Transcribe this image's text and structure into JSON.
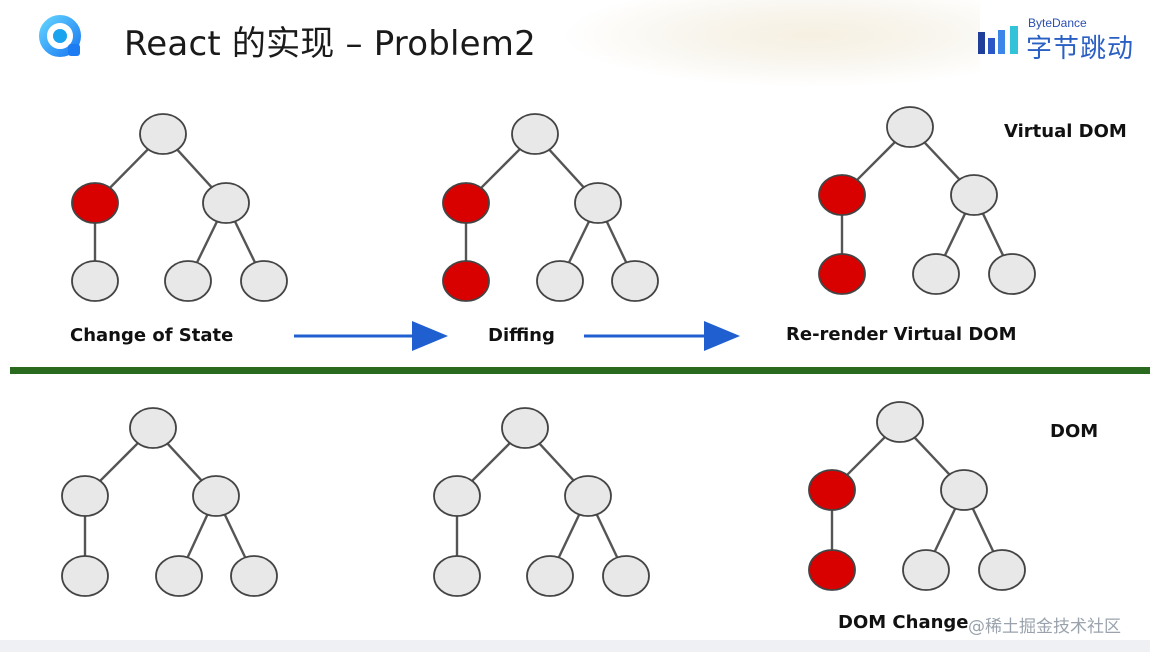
{
  "header": {
    "title": "React 的实现 – Problem2",
    "brand_small": "ByteDance",
    "brand_main": "字节跳动"
  },
  "diagram": {
    "label_virtual_dom": "Virtual DOM",
    "label_dom": "DOM",
    "step1": "Change of State",
    "step2": "Diffing",
    "step3": "Re-render Virtual DOM",
    "dom_change": "DOM Change"
  },
  "colors": {
    "node_fill": "#e8e8e8",
    "node_highlight": "#d90000",
    "divider": "#2a6a1f",
    "arrow": "#1f5fd0"
  },
  "watermark": "@稀土掘金技术社区"
}
